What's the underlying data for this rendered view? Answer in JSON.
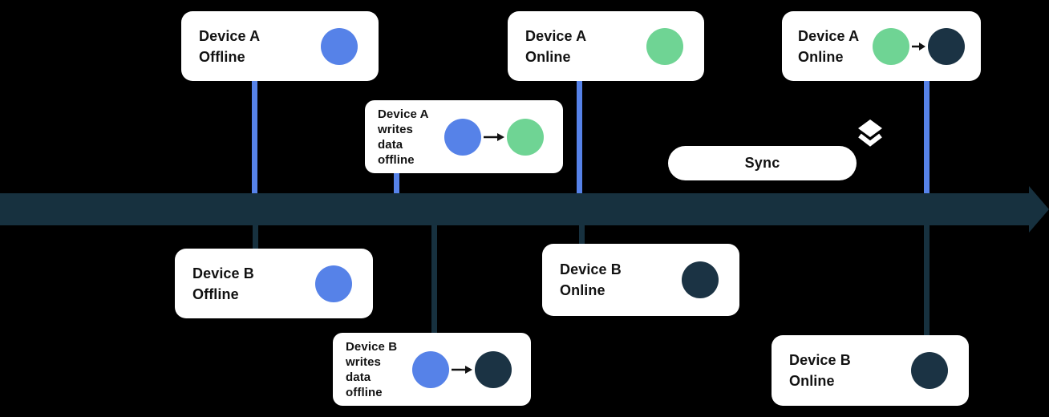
{
  "colors": {
    "background": "#000000",
    "device_blue": "#5682E8",
    "sync_green": "#6FD494",
    "dark_navy": "#1B3344",
    "timeline_navy": "#17313F",
    "card_white": "#FFFFFF",
    "text_black": "#121212"
  },
  "timeline": {
    "direction": "right"
  },
  "sync_button": {
    "label": "Sync"
  },
  "cards": [
    {
      "lines": [
        "Device A",
        "Offline"
      ],
      "dots": [
        "blue"
      ]
    },
    {
      "lines": [
        "Device A",
        "writes",
        "data",
        "offline"
      ],
      "dots": [
        "blue",
        "green"
      ]
    },
    {
      "lines": [
        "Device A",
        "Online"
      ],
      "dots": [
        "green"
      ]
    },
    {
      "lines": [
        "Device A",
        "Online"
      ],
      "dots": [
        "green",
        "dark"
      ]
    },
    {
      "lines": [
        "Device B",
        "Offline"
      ],
      "dots": [
        "blue"
      ]
    },
    {
      "lines": [
        "Device B",
        "writes",
        "data",
        "offline"
      ],
      "dots": [
        "blue",
        "dark"
      ]
    },
    {
      "lines": [
        "Device B",
        "Online"
      ],
      "dots": [
        "dark"
      ]
    },
    {
      "lines": [
        "Device B",
        "Online"
      ],
      "dots": [
        "dark"
      ]
    }
  ]
}
